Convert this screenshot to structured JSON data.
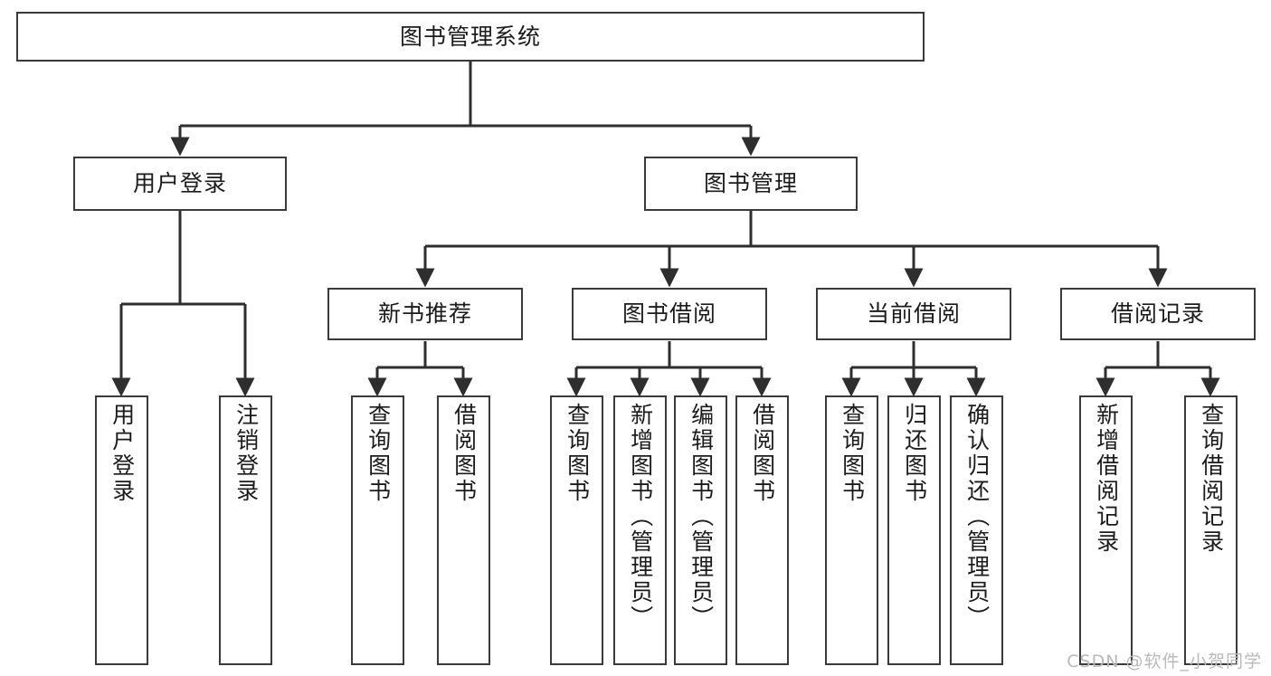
{
  "diagram": {
    "type": "tree-hierarchy",
    "title": "图书管理系统",
    "watermark": "CSDN @软件_小贺同学",
    "colors": {
      "box_border": "#3a3a3a",
      "box_fill": "#ffffff",
      "connector": "#2e2e2e",
      "text": "#1b1b1b",
      "watermark": "#b9b9b9"
    },
    "levels": {
      "root": {
        "label": "图书管理系统"
      },
      "level2": [
        {
          "label": "用户登录"
        },
        {
          "label": "图书管理"
        }
      ],
      "level3": [
        {
          "label": "新书推荐"
        },
        {
          "label": "图书借阅"
        },
        {
          "label": "当前借阅"
        },
        {
          "label": "借阅记录"
        }
      ],
      "leaves": [
        {
          "label": "用户登录",
          "parent": "用户登录"
        },
        {
          "label": "注销登录",
          "parent": "用户登录"
        },
        {
          "label": "查询图书",
          "parent": "新书推荐"
        },
        {
          "label": "借阅图书",
          "parent": "新书推荐"
        },
        {
          "label": "查询图书",
          "parent": "图书借阅"
        },
        {
          "label": "新增图书（管理员）",
          "parent": "图书借阅"
        },
        {
          "label": "编辑图书（管理员）",
          "parent": "图书借阅"
        },
        {
          "label": "借阅图书",
          "parent": "图书借阅"
        },
        {
          "label": "查询图书",
          "parent": "当前借阅"
        },
        {
          "label": "归还图书",
          "parent": "当前借阅"
        },
        {
          "label": "确认归还（管理员）",
          "parent": "当前借阅"
        },
        {
          "label": "新增借阅记录",
          "parent": "借阅记录"
        },
        {
          "label": "查询借阅记录",
          "parent": "借阅记录"
        }
      ]
    }
  }
}
